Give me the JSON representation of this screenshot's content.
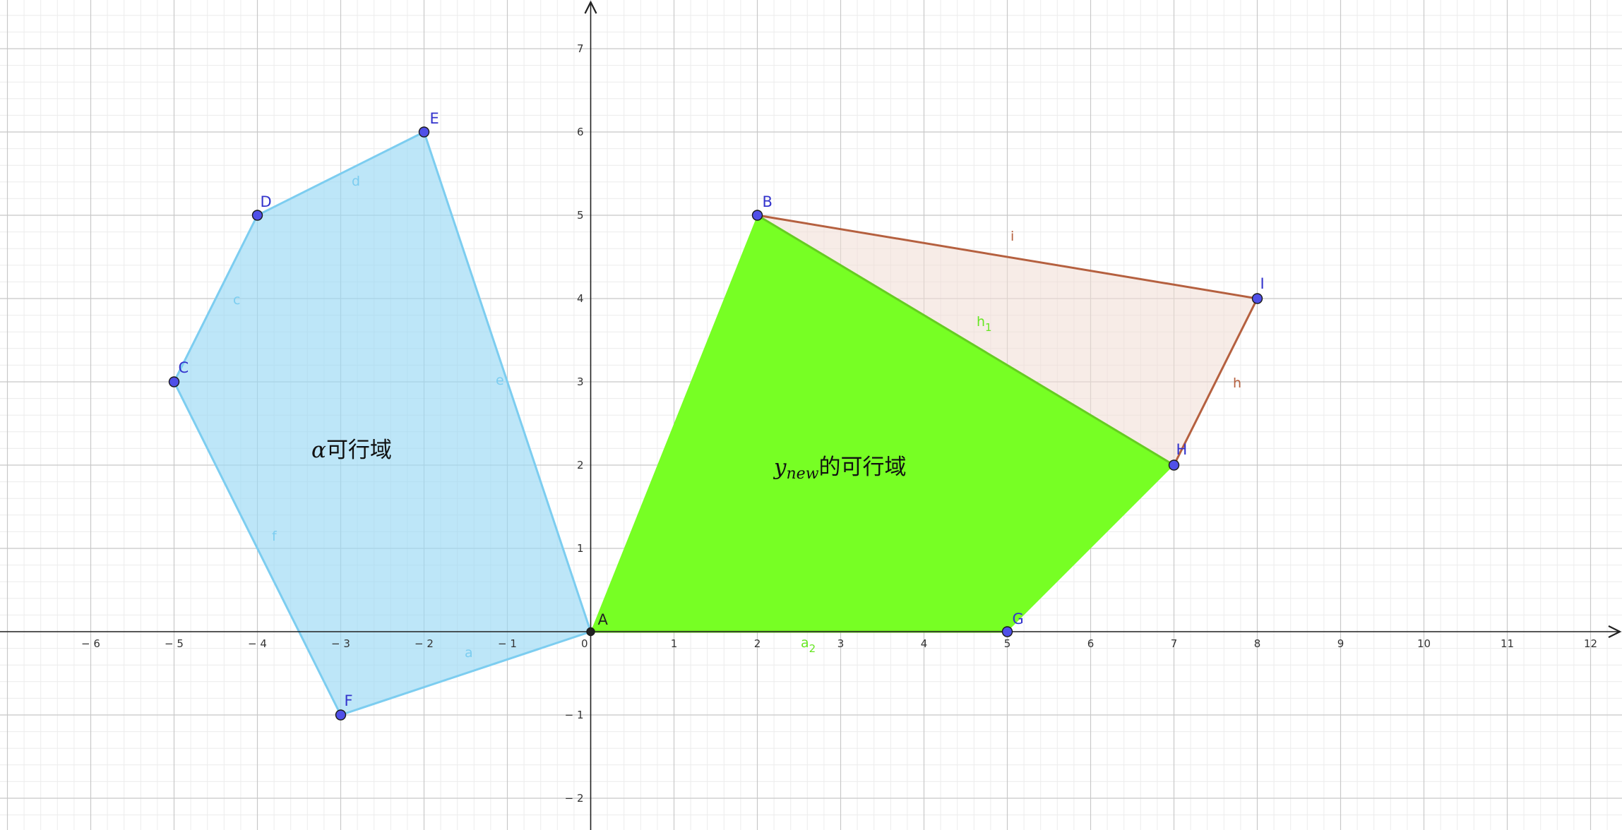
{
  "axes": {
    "x_ticks": [
      "− 6",
      "− 5",
      "− 4",
      "− 3",
      "− 2",
      "− 1",
      "0",
      "1",
      "2",
      "3",
      "4",
      "5",
      "6",
      "7",
      "8",
      "9",
      "10",
      "11",
      "12"
    ],
    "y_ticks": [
      "− 2",
      "− 1",
      "1",
      "2",
      "3",
      "4",
      "5",
      "6",
      "7"
    ],
    "grid": true,
    "xlim": [
      -7.1,
      12.4
    ],
    "ylim": [
      -2.4,
      7.6
    ]
  },
  "points": [
    {
      "name": "A",
      "x": 0,
      "y": 0,
      "color": "#222222",
      "label_color": "#222222"
    },
    {
      "name": "B",
      "x": 2,
      "y": 5,
      "color": "#5050e8",
      "label_color": "#3333cc"
    },
    {
      "name": "C",
      "x": -5,
      "y": 3,
      "color": "#5050e8",
      "label_color": "#3333cc"
    },
    {
      "name": "D",
      "x": -4,
      "y": 5,
      "color": "#5050e8",
      "label_color": "#3333cc"
    },
    {
      "name": "E",
      "x": -2,
      "y": 6,
      "color": "#5050e8",
      "label_color": "#3333cc"
    },
    {
      "name": "F",
      "x": -3,
      "y": -1,
      "color": "#5050e8",
      "label_color": "#3333cc"
    },
    {
      "name": "G",
      "x": 5,
      "y": 0,
      "color": "#5050e8",
      "label_color": "#3333cc"
    },
    {
      "name": "H",
      "x": 7,
      "y": 2,
      "color": "#5050e8",
      "label_color": "#3333cc"
    },
    {
      "name": "I",
      "x": 8,
      "y": 4,
      "color": "#5050e8",
      "label_color": "#3333cc"
    }
  ],
  "polygons": [
    {
      "name": "alpha-region",
      "vertices": [
        "A",
        "F",
        "C",
        "D",
        "E"
      ],
      "fill": "#9ad9f5",
      "fill_opacity": 0.65,
      "stroke": "#7ccdf0"
    },
    {
      "name": "triangle-BIH",
      "vertices": [
        "B",
        "I",
        "H"
      ],
      "fill": "#f1ddd3",
      "fill_opacity": 0.55,
      "stroke": "#b5603f"
    },
    {
      "name": "ynew-region",
      "vertices": [
        "A",
        "B",
        "H",
        "G"
      ],
      "fill": "#77ff24",
      "fill_opacity": 1,
      "stroke": "#66cc22"
    }
  ],
  "segments": [
    {
      "label": "a",
      "from": "A",
      "to": "F",
      "color": "#7ccdf0"
    },
    {
      "label": "f",
      "from": "F",
      "to": "C",
      "color": "#7ccdf0"
    },
    {
      "label": "c",
      "from": "C",
      "to": "D",
      "color": "#7ccdf0"
    },
    {
      "label": "d",
      "from": "D",
      "to": "E",
      "color": "#7ccdf0"
    },
    {
      "label": "e",
      "from": "E",
      "to": "A",
      "color": "#7ccdf0"
    },
    {
      "label": "i",
      "from": "B",
      "to": "I",
      "color": "#b5603f"
    },
    {
      "label": "h",
      "from": "I",
      "to": "H",
      "color": "#b5603f"
    },
    {
      "label": "h",
      "sub": "1",
      "from": "B",
      "to": "H",
      "color": "#66cc22",
      "label_color": "#66e622"
    },
    {
      "label": "a",
      "sub": "2",
      "from": "A",
      "to": "G",
      "color": "#66cc22",
      "label_color": "#66e622"
    }
  ],
  "region_labels": {
    "alpha": {
      "math": "α",
      "text": "可行域"
    },
    "ynew": {
      "math": "y",
      "sub": "new",
      "text": "的可行域"
    }
  }
}
